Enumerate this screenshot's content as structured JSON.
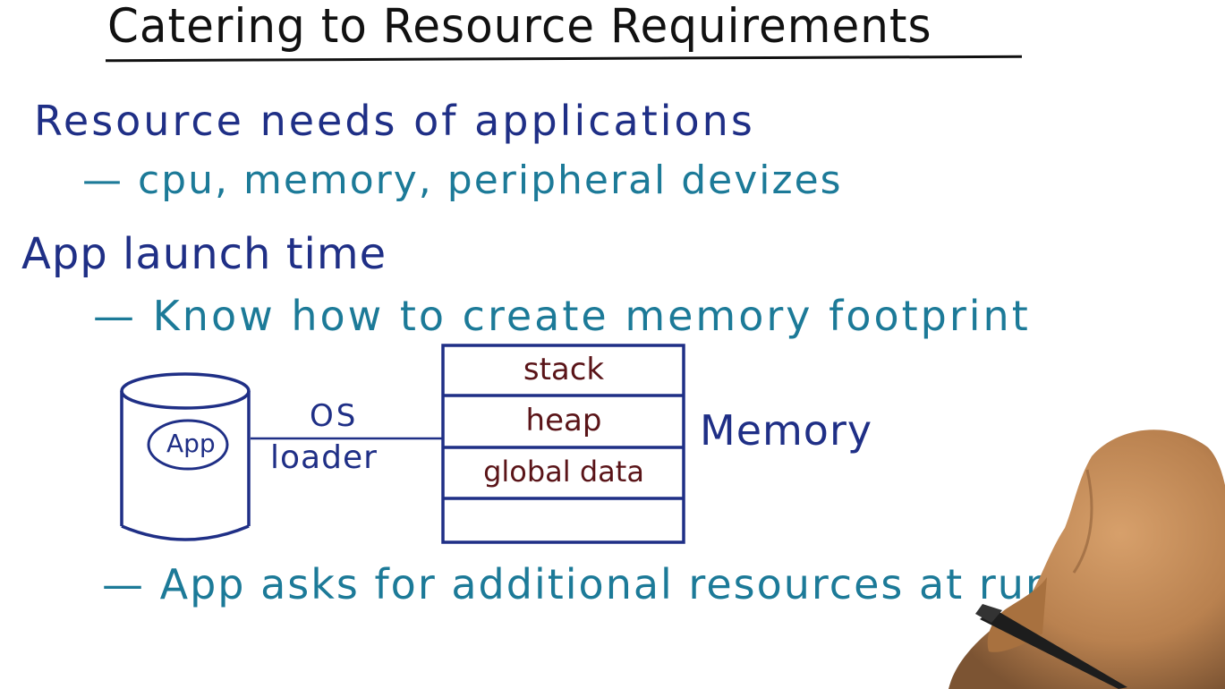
{
  "title": "Catering to Resource Requirements",
  "lines": {
    "resource_needs": "Resource needs of applications",
    "cpu_memory": "— cpu, memory, peripheral devizes",
    "app_launch": "App launch time",
    "know_how": "— Know how to create memory footprint",
    "asks": "— App asks for additional resources at runtime"
  },
  "diagram": {
    "app_label": "App",
    "os_label": "OS",
    "loader_label": "loader",
    "memory_label": "Memory",
    "memory_cells": [
      "stack",
      "heap",
      "global data",
      ""
    ]
  },
  "colors": {
    "title": "#111111",
    "navy": "#1f2f86",
    "teal": "#1c7a98",
    "maroon": "#5a1418"
  }
}
